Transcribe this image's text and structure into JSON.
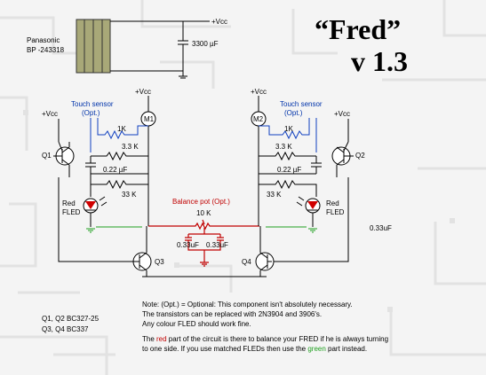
{
  "title": {
    "name": "“Fred”",
    "version": "v 1.3"
  },
  "battery": {
    "brand": "Panasonic",
    "model": "BP -243318"
  },
  "capacitor_main": "3300 µF",
  "supply": "+Vcc",
  "motors": {
    "left": "M1",
    "right": "M2"
  },
  "touch_sensor": {
    "label": "Touch sensor",
    "opt": "(Opt.)"
  },
  "resistors": {
    "r1k": "1K",
    "r3k3": "3.3 K",
    "r33k": "33 K",
    "r10k": "10 K"
  },
  "capacitor_small": "0.22 µF",
  "led": {
    "line1": "Red",
    "line2": "FLED"
  },
  "balance": {
    "label": "Balance pot (Opt.)",
    "cap": "0.33uF",
    "side_cap": "0.33uF"
  },
  "transistors": {
    "q1": "Q1",
    "q2": "Q2",
    "q3": "Q3",
    "q4": "Q4"
  },
  "parts": {
    "line1": "Q1, Q2  BC327-25",
    "line2": "Q3, Q4  BC337"
  },
  "notes": {
    "n1_prefix": "Note:  (Opt.) = Optional: This component isn't absolutely necessary.",
    "n2": "The transistors can be replaced with 2N3904 and 3906's.",
    "n3": "Any colour FLED should work fine.",
    "n4_a": "The ",
    "n4_red": "red",
    "n4_b": " part of the circuit is there to balance your FRED if he is always turning",
    "n5_a": "to one side.  If you use matched FLEDs then use the ",
    "n5_green": "green",
    "n5_b": " part instead."
  },
  "colors": {
    "red_wire": "#c00000",
    "blue_wire": "#1040c0",
    "green_ground": "#20a020",
    "led_red": "#d00000",
    "battery": "#a8a878"
  }
}
